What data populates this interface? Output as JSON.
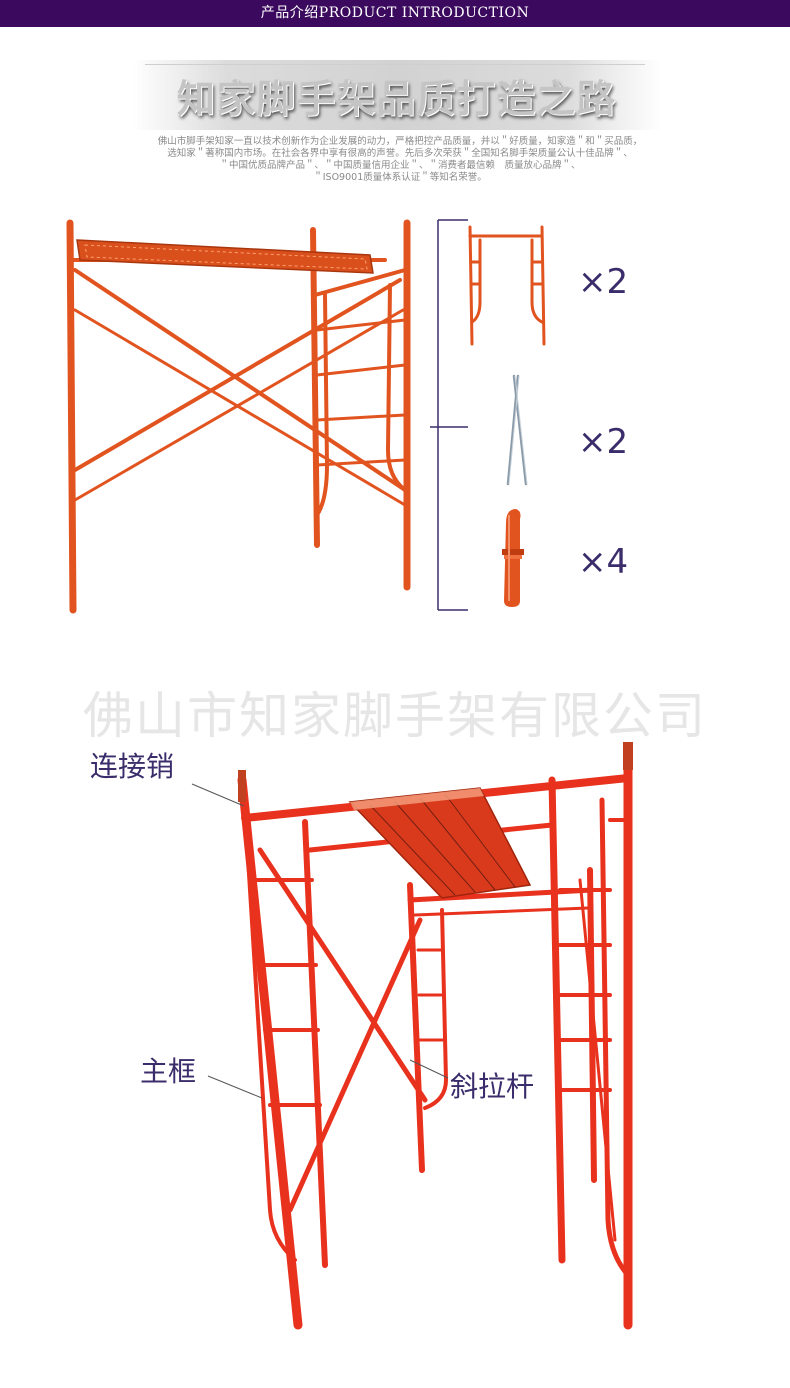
{
  "header": {
    "title": "产品介绍PRODUCT INTRODUCTION"
  },
  "banner": {
    "title": "知家脚手架品质打造之路"
  },
  "intro": {
    "lines": [
      "佛山市脚手架知家一直以技术创新作为企业发展的动力，严格把控产品质量，并以＂好质量，知家造＂和＂买品质，",
      "选知家＂著称国内市场。在社会各界中享有很高的声誉。先后多次荣获＂全国知名脚手架质量公认十佳品牌＂、",
      "＂中国优质品牌产品＂、＂中国质量信用企业＂、＂消费者最信赖　质量放心品牌＂、",
      "＂ISO9001质量体系认证＂等知名荣誉。"
    ]
  },
  "components": [
    {
      "name": "frame",
      "quantity": "×2"
    },
    {
      "name": "cross-brace",
      "quantity": "×2"
    },
    {
      "name": "joint-pin",
      "quantity": "×4"
    }
  ],
  "watermark": {
    "text": "佛山市知家脚手架有限公司"
  },
  "labels": {
    "joint_pin": "连接销",
    "main_frame": "主框",
    "cross_brace": "斜拉杆"
  },
  "colors": {
    "header_bg": "#3b0a5e",
    "scaffold_orange": "#e2541f",
    "scaffold_red": "#e8321e",
    "label_text": "#3b2d6b"
  }
}
